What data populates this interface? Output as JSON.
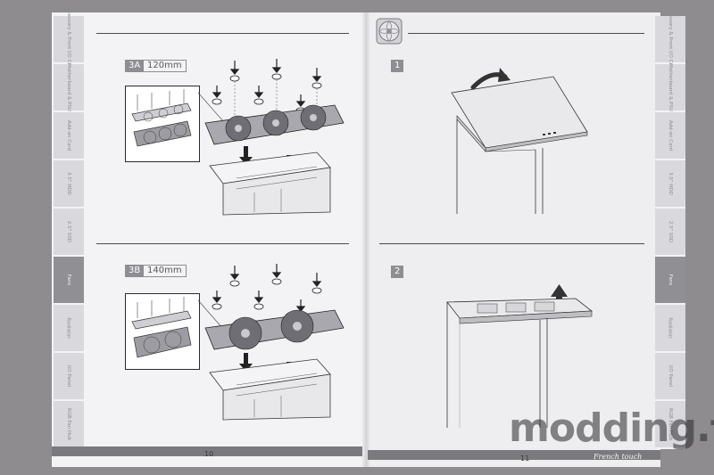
{
  "left_page": {
    "number": "10",
    "steps": [
      {
        "id": "3A",
        "size": "120mm"
      },
      {
        "id": "3B",
        "size": "140mm"
      }
    ]
  },
  "right_page": {
    "number": "11",
    "steps": [
      "1",
      "2"
    ]
  },
  "tabs": [
    "Accessory & Front I/O Cable",
    "Motherboard & PSU",
    "Add-on Card",
    "3.5\" HDD",
    "2.5\" SSD",
    "Fans",
    "Radiator",
    "I/O Panel",
    "RGB Fan Hub"
  ],
  "active_tab": "Fans",
  "watermark": {
    "text": "modding.fr",
    "tagline": "French touch"
  }
}
